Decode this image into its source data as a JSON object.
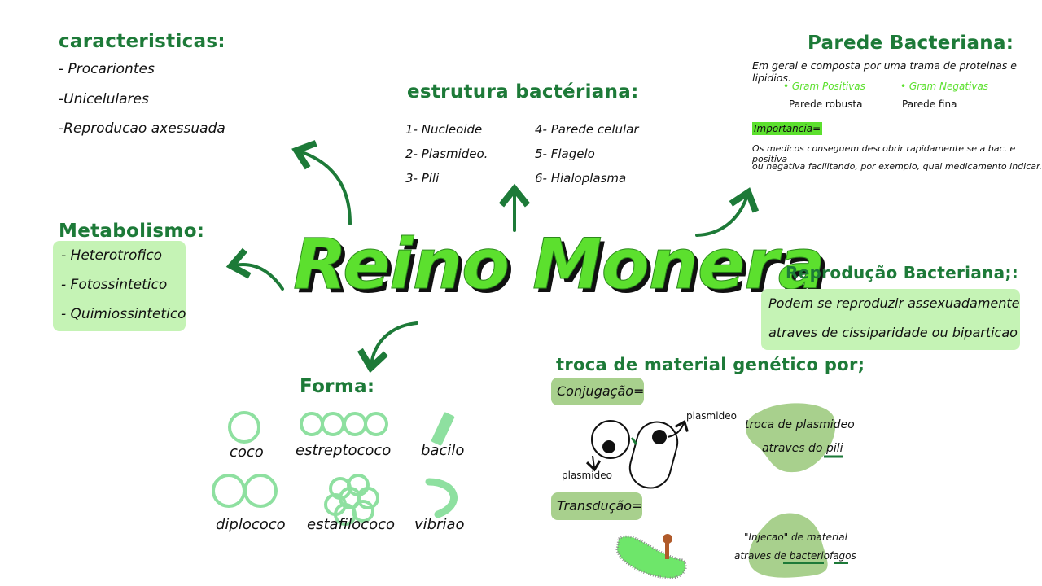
{
  "title": "Reino Monera",
  "caracteristicas": {
    "heading": "caracteristicas:",
    "items": [
      "- Procariontes",
      "-Unicelulares",
      "-Reproducao axessuada"
    ]
  },
  "estrutura": {
    "heading": "estrutura bactériana:",
    "col1": [
      "1- Nucleoide",
      "2- Plasmideo.",
      "3- Pili"
    ],
    "col2": [
      "4- Parede celular",
      "5- Flagelo",
      "6- Hialoplasma"
    ]
  },
  "parede": {
    "heading": "Parede Bacteriana:",
    "intro": "Em geral e composta por uma trama de proteinas e lipidios.",
    "gram_pos": "• Gram Positivas",
    "gram_pos_desc": "Parede robusta",
    "gram_neg": "• Gram Negativas",
    "gram_neg_desc": "Parede fina",
    "importancia_label": "Importancia=",
    "importancia_text1": "Os medicos conseguem descobrir rapidamente se a bac. e positiva",
    "importancia_text2": "ou negativa facilitando, por exemplo, qual medicamento indicar."
  },
  "metabolismo": {
    "heading": "Metabolismo:",
    "items": [
      "- Heterotrofico",
      "- Fotossintetico",
      "- Quimiossintetico"
    ]
  },
  "reproducao": {
    "heading": "Reprodução Bacteriana;:",
    "line1": "Podem se reproduzir assexuadamente",
    "line2": "atraves de cissiparidade ou biparticao"
  },
  "forma": {
    "heading": "Forma:",
    "shapes": [
      "coco",
      "estreptococo",
      "bacilo",
      "diplococo",
      "estafilococo",
      "vibriao"
    ]
  },
  "troca": {
    "heading": "troca de material genético por;",
    "conjugacao": "Conjugação=",
    "plasmideo_top": "plasmideo",
    "plasmideo_bottom": "plasmideo",
    "conj_text1": "troca de plasmideo",
    "conj_text2": "atraves do pili",
    "transducao": "Transdução=",
    "trans_text1": "\"Injecao\" de material",
    "trans_text2": "atraves de bacteriofagos"
  },
  "colors": {
    "heading": "#1d7a38",
    "title": "#5ce02e",
    "light_box": "#c5f3b5",
    "mid_box": "#a8d08d",
    "gram": "#5ce02e"
  }
}
